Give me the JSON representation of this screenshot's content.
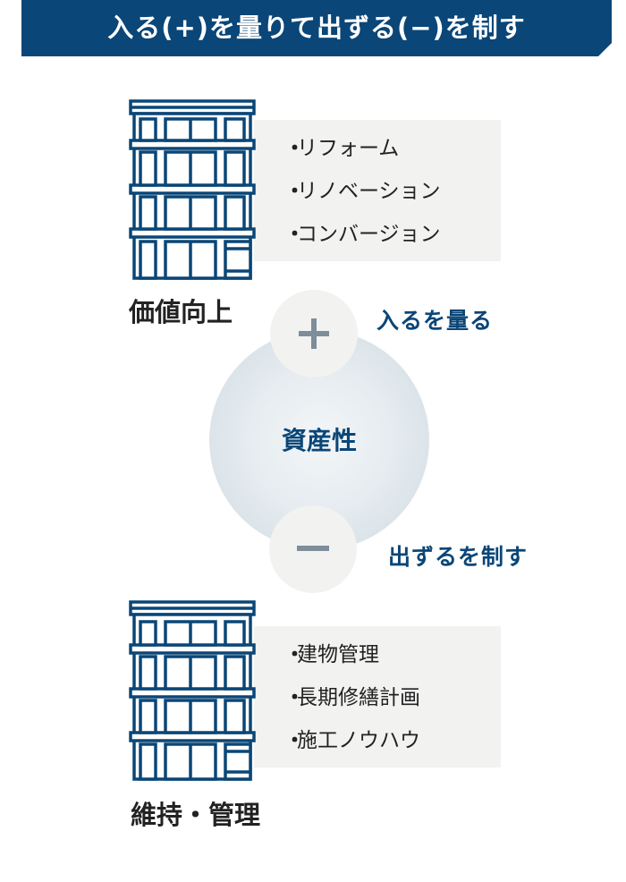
{
  "banner": {
    "title": "入る(+)を量りて出ずる(−)を制す",
    "color": "#0a4677"
  },
  "top_section": {
    "building_icon": "building-icon",
    "caption": "価値向上",
    "items": [
      {
        "bullet": "・",
        "label": "リフォーム"
      },
      {
        "bullet": "・",
        "label": "リノベーション"
      },
      {
        "bullet": "・",
        "label": "コンバージョン"
      }
    ]
  },
  "center": {
    "label": "資産性",
    "plus_symbol": "plus-icon",
    "plus_label": "入るを量る",
    "minus_symbol": "minus-icon",
    "minus_label": "出ずるを制す"
  },
  "bottom_section": {
    "building_icon": "building-icon",
    "caption": "維持・管理",
    "items": [
      {
        "bullet": "・",
        "label": "建物管理"
      },
      {
        "bullet": "・",
        "label": "長期修繕計画"
      },
      {
        "bullet": "・",
        "label": "施工ノウハウ"
      }
    ]
  },
  "colors": {
    "primary": "#0a4677",
    "box_bg": "#f2f2f1",
    "symbol": "#7d8d9a",
    "text": "#222222"
  }
}
